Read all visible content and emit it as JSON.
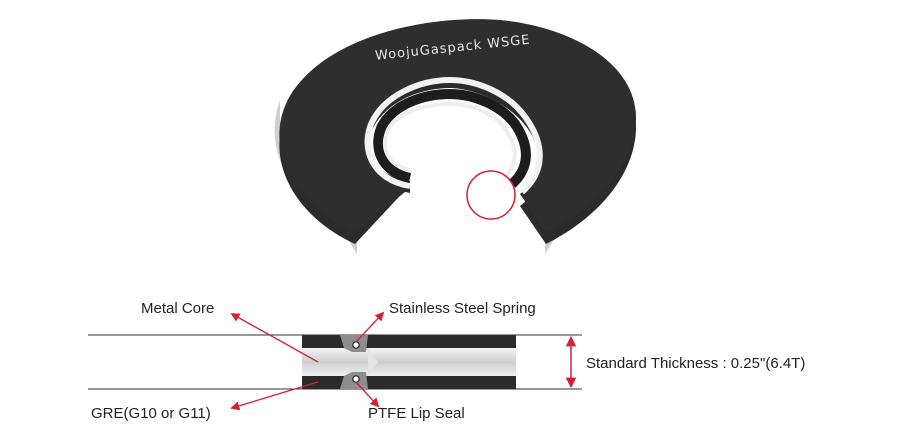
{
  "brand_text": "WoojuGaspack WSGE",
  "labels": {
    "metal_core": "Metal Core",
    "spring": "Stainless Steel Spring",
    "thickness": "Standard Thickness : 0.25\"(6.4T)",
    "gre": "GRE(G10 or G11)",
    "lip_seal": "PTFE Lip Seal"
  },
  "colors": {
    "gasket_dark": "#2b2b2b",
    "accent_red": "#d41f3a",
    "metal_core": "#d8d8d8"
  }
}
